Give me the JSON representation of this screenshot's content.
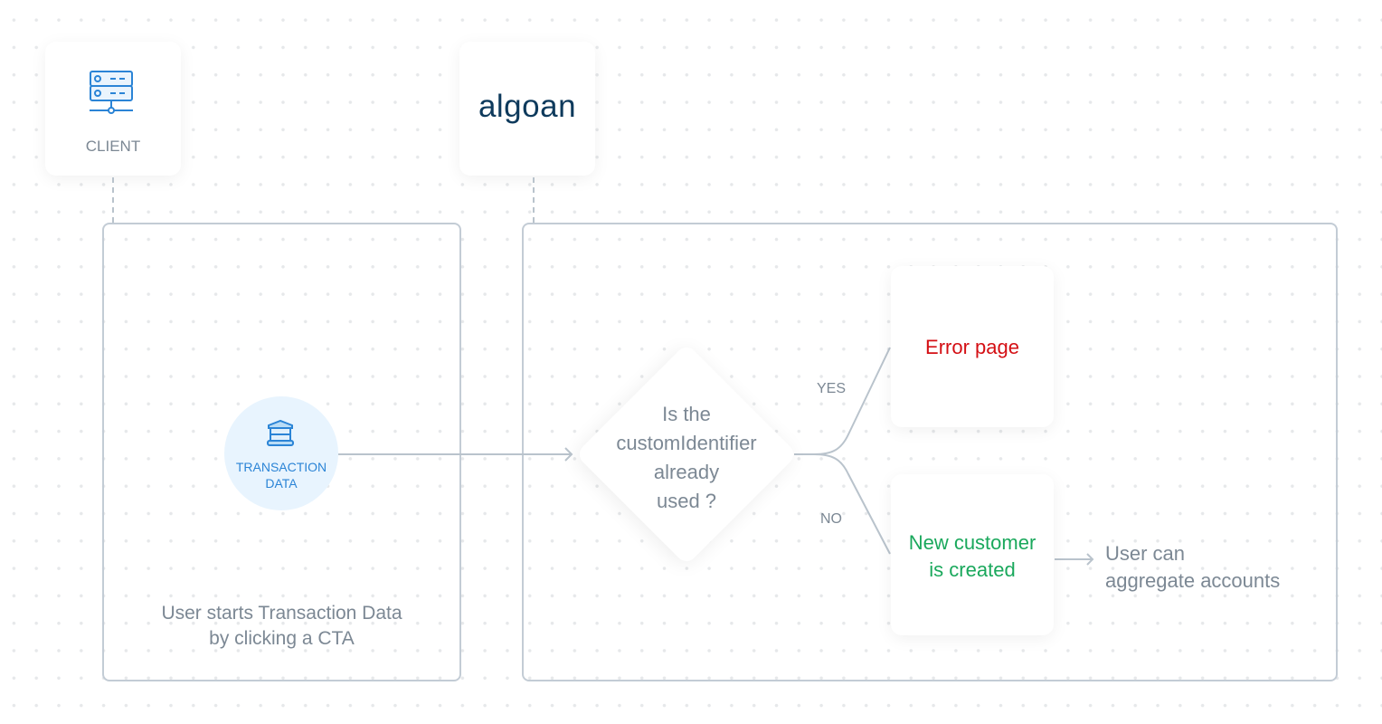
{
  "client": {
    "label": "CLIENT",
    "icon": "server-icon"
  },
  "algoan": {
    "logo": "algoan"
  },
  "transaction": {
    "label_line1": "TRANSACTION",
    "label_line2": "DATA",
    "icon": "bank-icon"
  },
  "client_caption": {
    "line1": "User starts Transaction Data",
    "line2": "by clicking a CTA"
  },
  "decision": {
    "line1": "Is the",
    "line2": "customIdentifier",
    "line3": "already",
    "line4": "used ?"
  },
  "branches": {
    "yes": "YES",
    "no": "NO"
  },
  "error": {
    "label": "Error page"
  },
  "created": {
    "line1": "New customer",
    "line2": "is created"
  },
  "result": {
    "line1": "User can",
    "line2": "aggregate accounts"
  },
  "colors": {
    "error": "#d40f14",
    "success": "#1aa85c",
    "accent": "#2b84d6"
  }
}
